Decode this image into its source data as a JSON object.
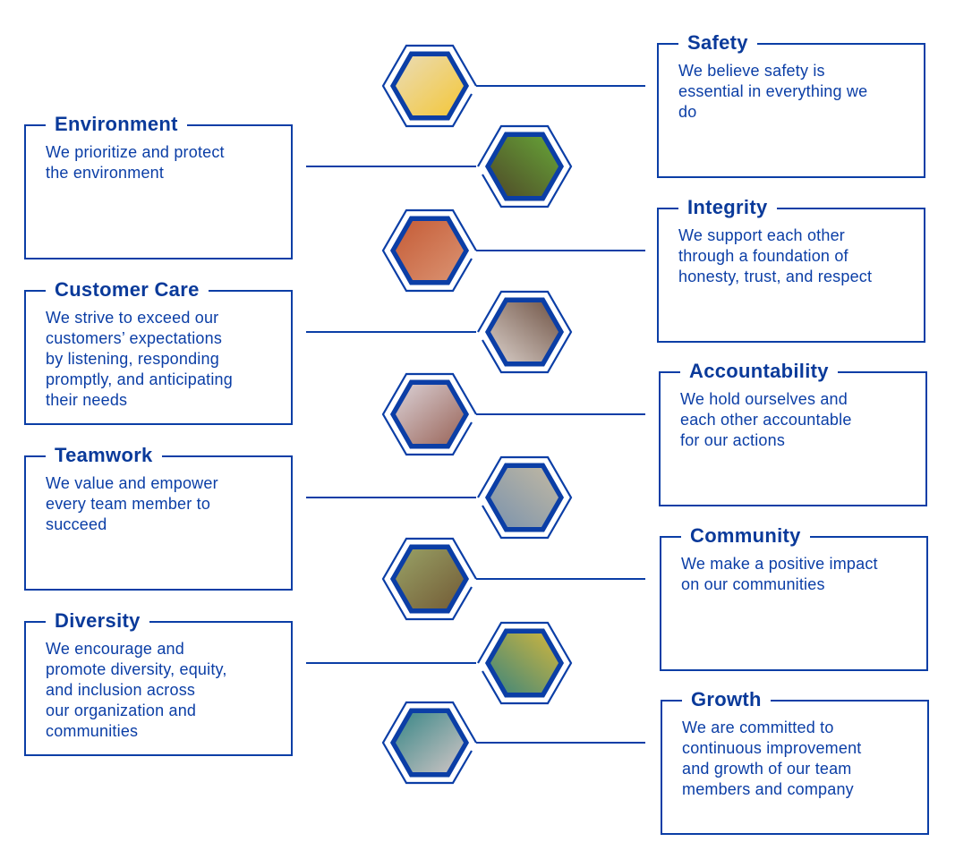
{
  "accent_color": "#0b3ea6",
  "values": [
    {
      "id": "safety",
      "title": "Safety",
      "lines": [
        "We believe safety is",
        "essential in everything we",
        "do"
      ],
      "side": "right",
      "image": "safety-helmet-coins-photo",
      "colors": [
        "#f6c21a",
        "#e8e0d0"
      ]
    },
    {
      "id": "environment",
      "title": "Environment",
      "lines": [
        "We prioritize and protect",
        "the environment"
      ],
      "side": "left",
      "image": "hands-holding-plant-photo",
      "colors": [
        "#4a3325",
        "#6bb83a"
      ]
    },
    {
      "id": "integrity",
      "title": "Integrity",
      "lines": [
        "We support each other",
        "through a foundation of",
        "honesty, trust, and respect"
      ],
      "side": "right",
      "image": "team-circle-faces-photo",
      "colors": [
        "#e0a080",
        "#c0502a"
      ]
    },
    {
      "id": "customer-care",
      "title": "Customer Care",
      "lines": [
        "We strive to exceed our",
        "customers’ expectations",
        "by listening, responding",
        "promptly, and anticipating",
        "their needs"
      ],
      "side": "left",
      "image": "customer-service-headset-photo",
      "colors": [
        "#f2ece8",
        "#5a3a2a"
      ]
    },
    {
      "id": "accountability",
      "title": "Accountability",
      "lines": [
        "We hold ourselves and",
        "each other accountable",
        "for our actions"
      ],
      "side": "right",
      "image": "hands-documents-photo",
      "colors": [
        "#8a4a3a",
        "#e8e8f0"
      ]
    },
    {
      "id": "teamwork",
      "title": "Teamwork",
      "lines": [
        "We value and empower",
        "every team member to",
        "succeed"
      ],
      "side": "left",
      "image": "team-hands-together-photo",
      "colors": [
        "#6a8ab0",
        "#d0c0a0"
      ]
    },
    {
      "id": "community",
      "title": "Community",
      "lines": [
        "We make a positive impact",
        "on our communities"
      ],
      "side": "right",
      "image": "family-portrait-photo",
      "colors": [
        "#6a4a2a",
        "#a0b070"
      ]
    },
    {
      "id": "diversity",
      "title": "Diversity",
      "lines": [
        "We encourage and",
        "promote diversity, equity,",
        "and inclusion across",
        "our organization and",
        "communities"
      ],
      "side": "left",
      "image": "globe-people-circle-photo",
      "colors": [
        "#1a7a8a",
        "#f0c030"
      ]
    },
    {
      "id": "growth",
      "title": "Growth",
      "lines": [
        "We are committed to",
        "continuous improvement",
        "and growth of our team",
        "members and company"
      ],
      "side": "right",
      "image": "growth-bar-chart-icon",
      "colors": [
        "#f4d4d4",
        "#1a7a7a"
      ]
    }
  ]
}
